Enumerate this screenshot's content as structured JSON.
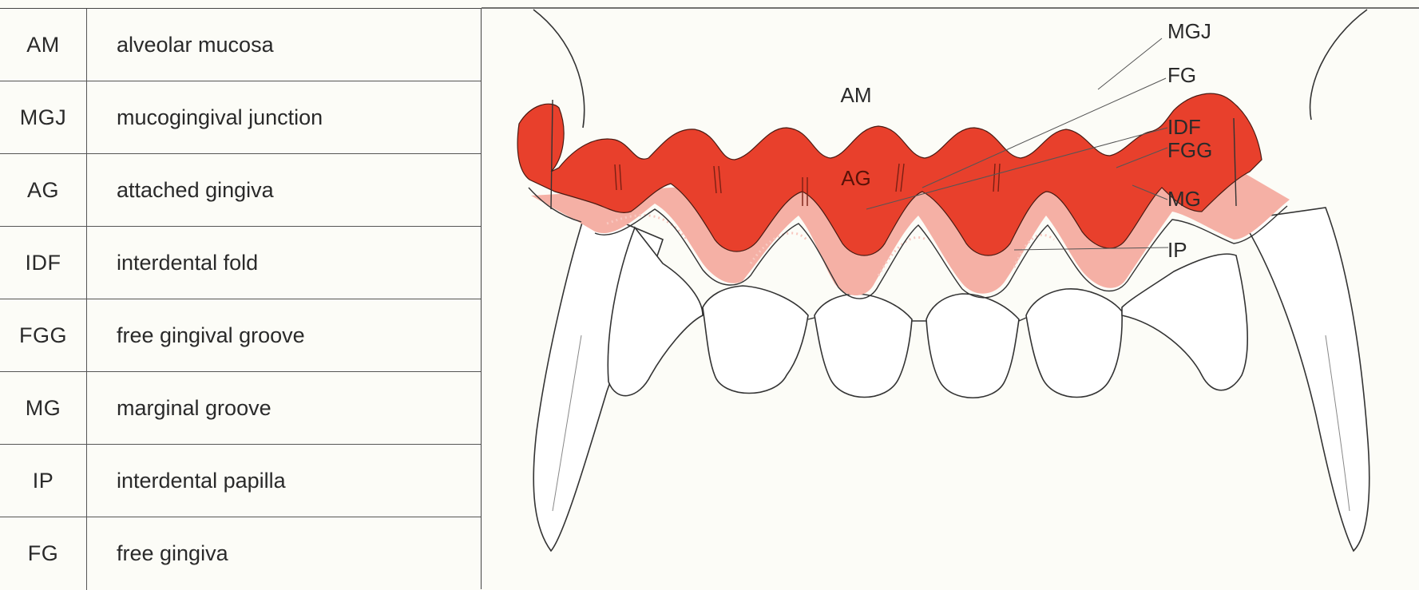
{
  "legend": [
    {
      "abbr": "AM",
      "term": "alveolar mucosa"
    },
    {
      "abbr": "MGJ",
      "term": "mucogingival junction"
    },
    {
      "abbr": "AG",
      "term": "attached gingiva"
    },
    {
      "abbr": "IDF",
      "term": "interdental fold"
    },
    {
      "abbr": "FGG",
      "term": "free gingival groove"
    },
    {
      "abbr": "MG",
      "term": "marginal groove"
    },
    {
      "abbr": "IP",
      "term": "interdental papilla"
    },
    {
      "abbr": "FG",
      "term": "free gingiva"
    }
  ],
  "diagram": {
    "center_labels": {
      "am": "AM",
      "ag": "AG"
    },
    "callouts": {
      "mgj": "MGJ",
      "fg": "FG",
      "idf": "IDF",
      "fgg": "FGG",
      "mg": "MG",
      "ip": "IP"
    },
    "colors": {
      "attached_gingiva": "#e8402c",
      "free_gingiva": "#f5b0a5",
      "tooth": "#ffffff",
      "outline": "#333333",
      "background": "#fcfcf7"
    }
  }
}
